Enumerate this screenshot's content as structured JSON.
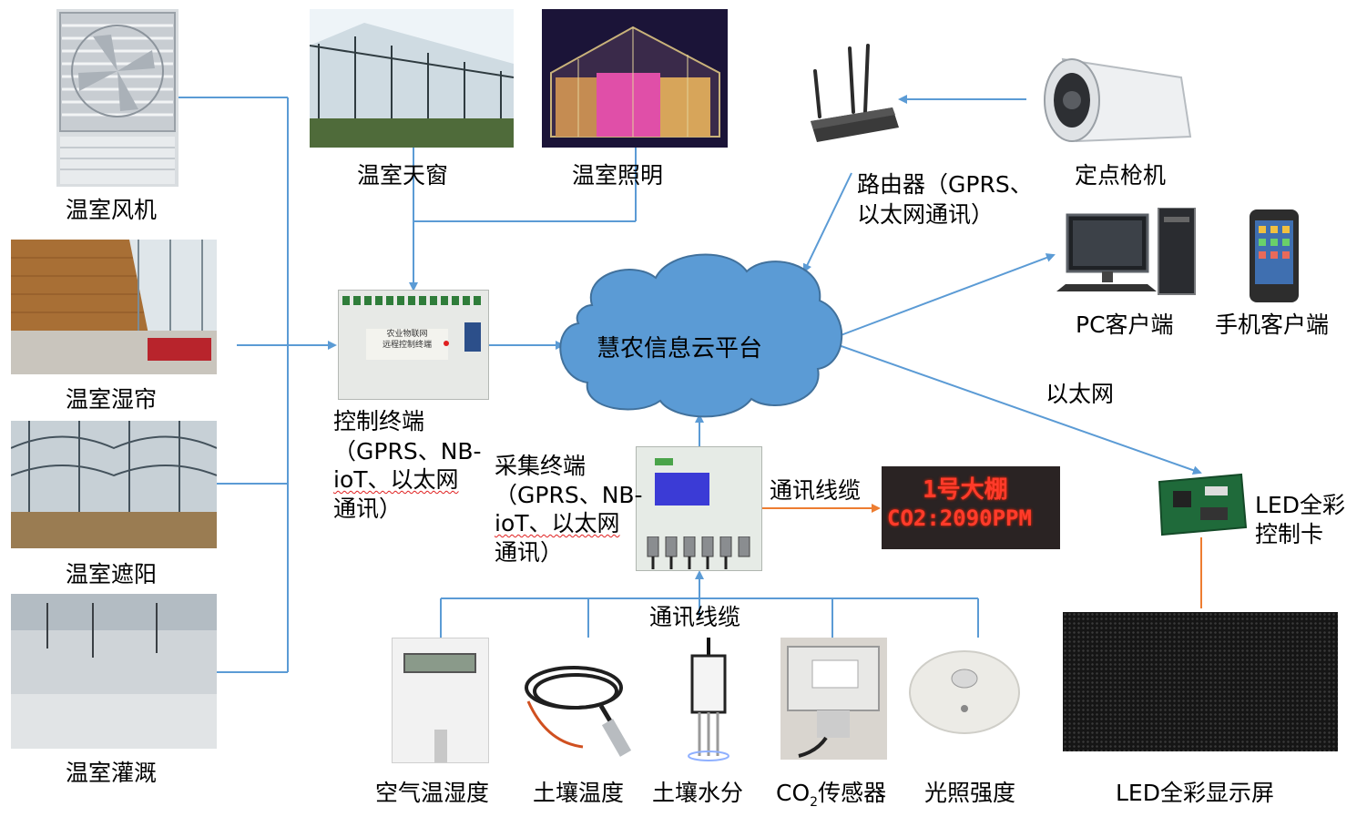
{
  "platform": {
    "label": "慧农信息云平台"
  },
  "actuators": [
    {
      "label": "温室风机"
    },
    {
      "label": "温室湿帘"
    },
    {
      "label": "温室遮阳"
    },
    {
      "label": "温室灌溉"
    }
  ],
  "top_photos": [
    {
      "label": "温室天窗"
    },
    {
      "label": "温室照明"
    }
  ],
  "control_terminal": {
    "lines": [
      "控制终端",
      "（GPRS、NB-",
      "ioT、以太网",
      "通讯）"
    ],
    "device_text": [
      "农业物联网",
      "远程控制终端"
    ]
  },
  "collect_terminal": {
    "lines": [
      "采集终端",
      "（GPRS、NB-",
      "ioT、以太网",
      "通讯）"
    ]
  },
  "router": {
    "lines": [
      "路由器（GPRS、",
      "以太网通讯）"
    ]
  },
  "camera": {
    "label": "定点枪机"
  },
  "clients": [
    {
      "label": "PC客户端"
    },
    {
      "label": "手机客户端"
    }
  ],
  "ethernet": {
    "label": "以太网"
  },
  "led_card": {
    "lines": [
      "LED全彩",
      "控制卡"
    ]
  },
  "led_screen": {
    "label": "LED全彩显示屏"
  },
  "led_sign": {
    "line1": "1号大棚",
    "line2": "CO2:2090PPM"
  },
  "cable_right": {
    "label": "通讯线缆"
  },
  "cable_bottom": {
    "label": "通讯线缆"
  },
  "sensors": [
    {
      "label": "空气温湿度"
    },
    {
      "label": "土壤温度"
    },
    {
      "label": "土壤水分"
    },
    {
      "label_main": "CO",
      "label_sub": "2",
      "label_rest": "传感器"
    },
    {
      "label": "光照强度"
    }
  ],
  "colors": {
    "line_blue": "#5b9bd5",
    "line_orange": "#ed7d31",
    "cloud_fill": "#5b9bd5"
  }
}
